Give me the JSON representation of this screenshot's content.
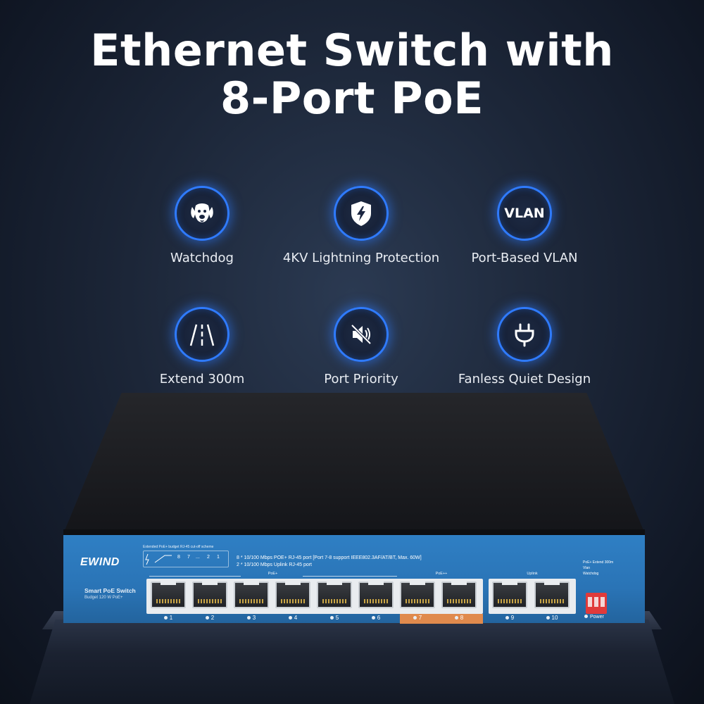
{
  "title": {
    "line1": "Ethernet Switch with",
    "line2": "8-Port PoE"
  },
  "features": [
    {
      "icon": "dog-icon",
      "label": "Watchdog"
    },
    {
      "icon": "lightning-shield-icon",
      "label": "4KV Lightning Protection"
    },
    {
      "icon": "vlan-icon",
      "icon_text": "VLAN",
      "label": "Port-Based VLAN"
    },
    {
      "icon": "road-icon",
      "label": "Extend 300m"
    },
    {
      "icon": "speaker-mute-icon",
      "label": "Port Priority"
    },
    {
      "icon": "plug-icon",
      "label": "Fanless Quiet Design"
    }
  ],
  "device": {
    "brand": "EWIND",
    "model": "Smart PoE Switch",
    "budget": "Budget 120 W PoE+",
    "scheme_title": "Extended PoE+ budget RJ-45 cut-off scheme",
    "spec_line1": "8 * 10/100 Mbps POE+ RJ-45 port [Port 7-8 support IEEE802.3AF/AT/BT, Max. 60W]",
    "spec_line2": "2 * 10/100 Mbps Uplink RJ-45 port",
    "group_poe": "PoE+",
    "group_poeplus": "PoE++",
    "group_uplink": "Uplink",
    "ports": [
      "1",
      "2",
      "3",
      "4",
      "5",
      "6",
      "7",
      "8",
      "9",
      "10"
    ],
    "dip_label1": "PoE+ Extend 300m",
    "dip_label2": "Vlan",
    "dip_label3": "Watchdog",
    "power_label": "Power"
  },
  "colors": {
    "ring": "#2f7bff",
    "panel": "#2a74b6",
    "poeplus_highlight": "#e08a4d",
    "dip_switch": "#e03a3a"
  }
}
